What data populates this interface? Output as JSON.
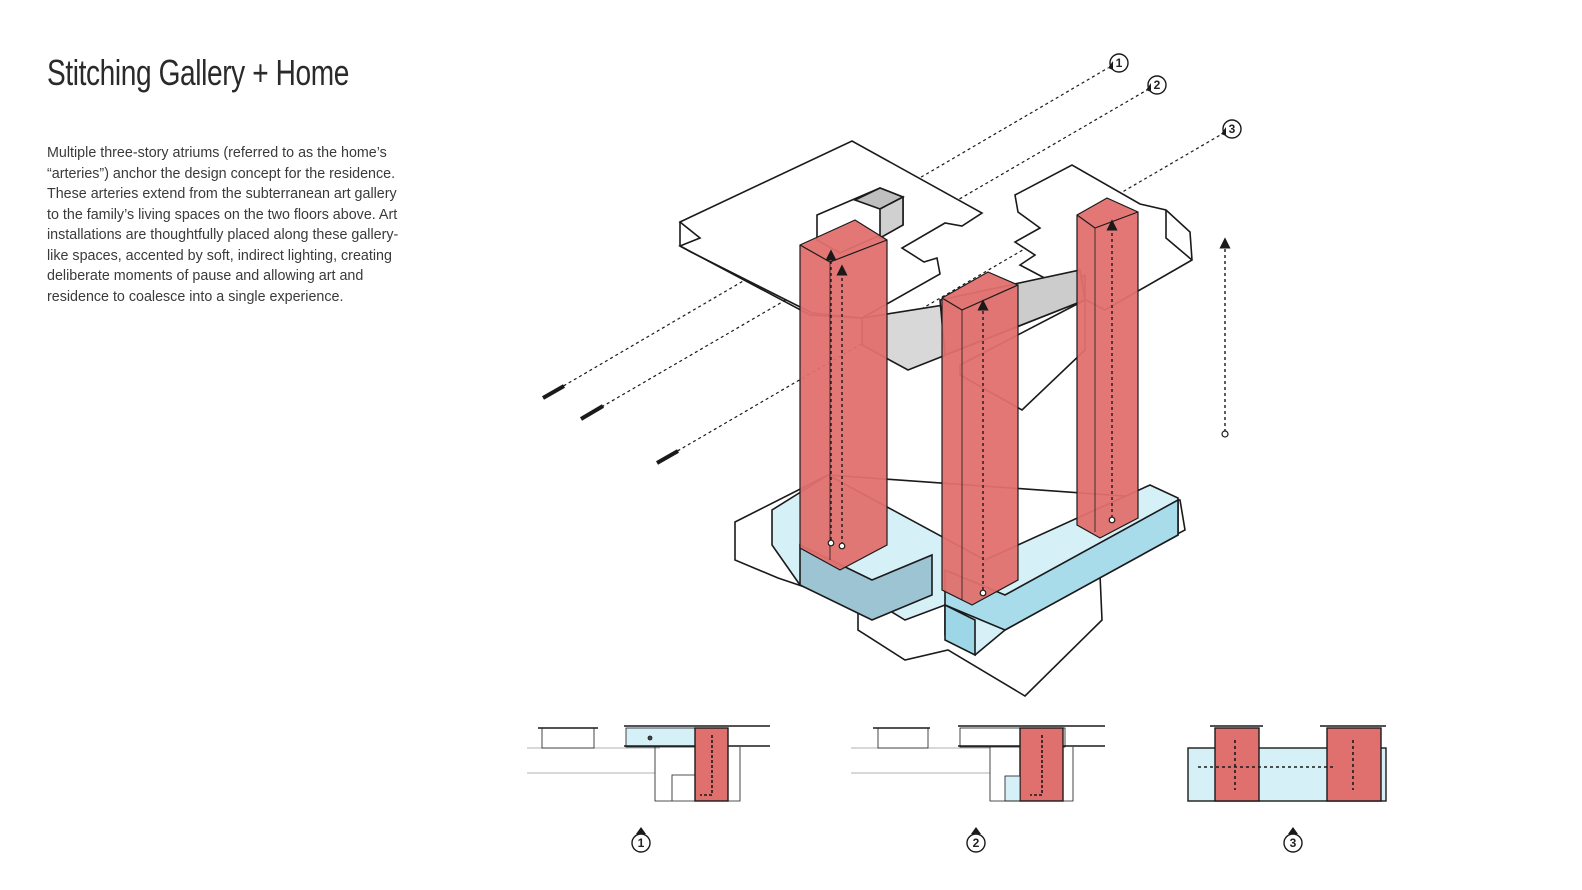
{
  "page": {
    "title": "Stitching Gallery + Home",
    "description": "Multiple three-story atriums (referred to as the home’s “arteries”) anchor the design concept for the residence. These arteries extend from the subterranean art gallery to the family’s living spaces on the two floors above. Art installations are thoughtfully placed along these gallery-like spaces, accented by soft, indirect lighting, creating deliberate moments of pause and allowing art and residence to coalesce into a single experience."
  },
  "callouts": {
    "axon": [
      "1",
      "2",
      "3"
    ],
    "sections": [
      "1",
      "2",
      "3"
    ]
  },
  "colors": {
    "artery_red": "#e0706e",
    "gallery_blue": "#a8dcea",
    "gallery_blue_light": "#d6f0f7",
    "line": "#1a1a1a",
    "grey_fill": "#d4d4d4"
  }
}
